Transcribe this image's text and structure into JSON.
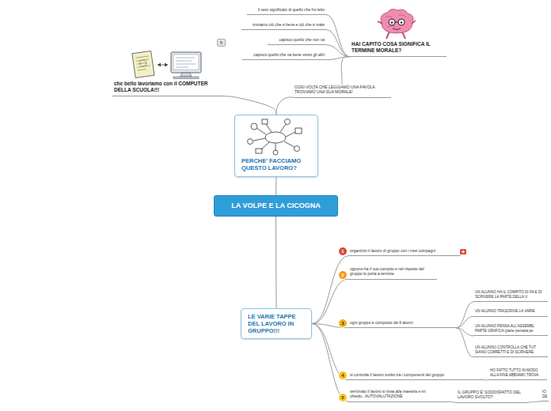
{
  "diagram": {
    "nodes": [
      {
        "text": [
          "LA VOLPE E LA CICOGNA"
        ]
      },
      {
        "text": [
          "PERCHE' FACCIAMO QUESTO LAVORO?"
        ]
      },
      {
        "text": [
          "che bello lavoriamo con il COMPUTER DELLA SCUOLA!!!"
        ]
      },
      {
        "text": [
          "OGNI VOLTA CHE LEGGIAMO UNA FAVOLA TROVIAMO UNA SUA MORALE!"
        ]
      },
      {
        "text": [
          "HAI CAPITO COSA SIGNIFICA IL TERMINE MORALE?"
        ]
      },
      {
        "text": [
          "il vero significato di quello che ho letto"
        ]
      },
      {
        "text": [
          "troviamo ciò che è bene e ciò che è male"
        ]
      },
      {
        "text": [
          "capisco quello che non va"
        ]
      },
      {
        "text": [
          "capisco quello che va bene verso gli altri"
        ]
      },
      {
        "text": [
          "LE VARIE TAPPE DEL LAVORO IN GRUPPO!!!"
        ]
      },
      {
        "text": [
          "organizzo il lavoro di gruppo con i miei compagni"
        ]
      },
      {
        "text": [
          "ognuno ha il suo compito e nel rispetto del gruppo lo porta a termine"
        ]
      },
      {
        "text": [
          "ogni gruppo è composto da 4 alunni"
        ]
      },
      {
        "text": [
          "UN ALUNNO HA IL COMPITO DI FA E DI SCRIVERE LA PARTE DELLA V"
        ]
      },
      {
        "text": [
          "UN ALUNNO TRASCRIVE LA VARIE"
        ]
      },
      {
        "text": [
          "UN ALUNNO PENSA ALL'ASSEMBL PARTE GRAFICA (parte pensata pe"
        ]
      },
      {
        "text": [
          "UN ALUNNO CONTROLLA CHE TUT SIANO CORRETTI E DI SCRIVERE"
        ]
      },
      {
        "text": [
          "si controlla il lavoro svolto tra i componenti del gruppo"
        ]
      },
      {
        "text": [
          "HO FATTO TUTTO IN MODO ALLA FINE ABBIAMO TROVA"
        ]
      },
      {
        "text": [
          "terminato il lavoro si invia alla maestra e mi chiedo...AUTOVALUTAZIONE"
        ]
      },
      {
        "text": [
          "IL GRUPPO E' SODDISFATTO DEL LAVORO SVOLTO?"
        ]
      },
      {
        "text": [
          "IO DE"
        ]
      }
    ],
    "edges": [
      {
        "from": 0,
        "to": 1,
        "arrow": "none"
      },
      {
        "from": 0,
        "to": 9,
        "arrow": "none"
      },
      {
        "from": 1,
        "to": 2,
        "arrow": "none"
      },
      {
        "from": 1,
        "to": 3,
        "arrow": "none"
      },
      {
        "from": 3,
        "to": 4,
        "arrow": "none"
      },
      {
        "from": 4,
        "to": 5,
        "arrow": "none"
      },
      {
        "from": 4,
        "to": 6,
        "arrow": "none"
      },
      {
        "from": 4,
        "to": 7,
        "arrow": "none"
      },
      {
        "from": 4,
        "to": 8,
        "arrow": "none"
      },
      {
        "from": 9,
        "to": 10,
        "arrow": "none"
      },
      {
        "from": 9,
        "to": 11,
        "arrow": "none"
      },
      {
        "from": 9,
        "to": 12,
        "arrow": "none"
      },
      {
        "from": 9,
        "to": 17,
        "arrow": "none"
      },
      {
        "from": 9,
        "to": 19,
        "arrow": "none"
      },
      {
        "from": 12,
        "to": 13,
        "arrow": "none"
      },
      {
        "from": 12,
        "to": 14,
        "arrow": "none"
      },
      {
        "from": 12,
        "to": 15,
        "arrow": "none"
      },
      {
        "from": 12,
        "to": 16,
        "arrow": "none"
      },
      {
        "from": 17,
        "to": 18,
        "arrow": "none"
      },
      {
        "from": 19,
        "to": 20,
        "arrow": "none"
      },
      {
        "from": 20,
        "to": 21,
        "arrow": "none"
      }
    ],
    "labels": [
      "5",
      "1",
      "2",
      "3",
      "4",
      "5"
    ]
  }
}
